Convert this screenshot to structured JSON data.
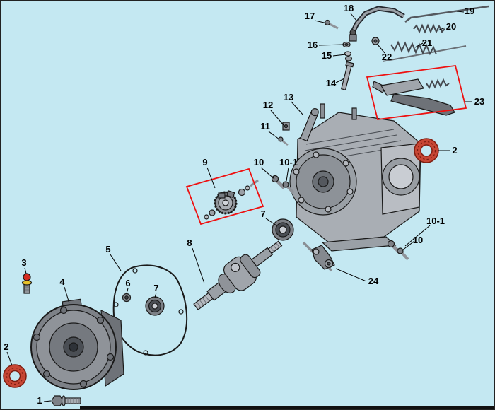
{
  "diagram": {
    "colors": {
      "background": "#c4e8f2",
      "highlight": "#ee1111",
      "seal": "#c74634",
      "seal_edge": "#7d1d10",
      "sensor_cap": "#d42b1f",
      "sensor_washer": "#e7c32a",
      "footer_bar": "#111111"
    },
    "callouts": [
      {
        "label": "17"
      },
      {
        "label": "18"
      },
      {
        "label": "19"
      },
      {
        "label": "20"
      },
      {
        "label": "16"
      },
      {
        "label": "15"
      },
      {
        "label": "21"
      },
      {
        "label": "22"
      },
      {
        "label": "14"
      },
      {
        "label": "23"
      },
      {
        "label": "13"
      },
      {
        "label": "12"
      },
      {
        "label": "11"
      },
      {
        "label": "2"
      },
      {
        "label": "9"
      },
      {
        "label": "10"
      },
      {
        "label": "10-1"
      },
      {
        "label": "7"
      },
      {
        "label": "10-1"
      },
      {
        "label": "10"
      },
      {
        "label": "8"
      },
      {
        "label": "5"
      },
      {
        "label": "3"
      },
      {
        "label": "6"
      },
      {
        "label": "4"
      },
      {
        "label": "7"
      },
      {
        "label": "24"
      },
      {
        "label": "2"
      },
      {
        "label": "1"
      }
    ]
  }
}
